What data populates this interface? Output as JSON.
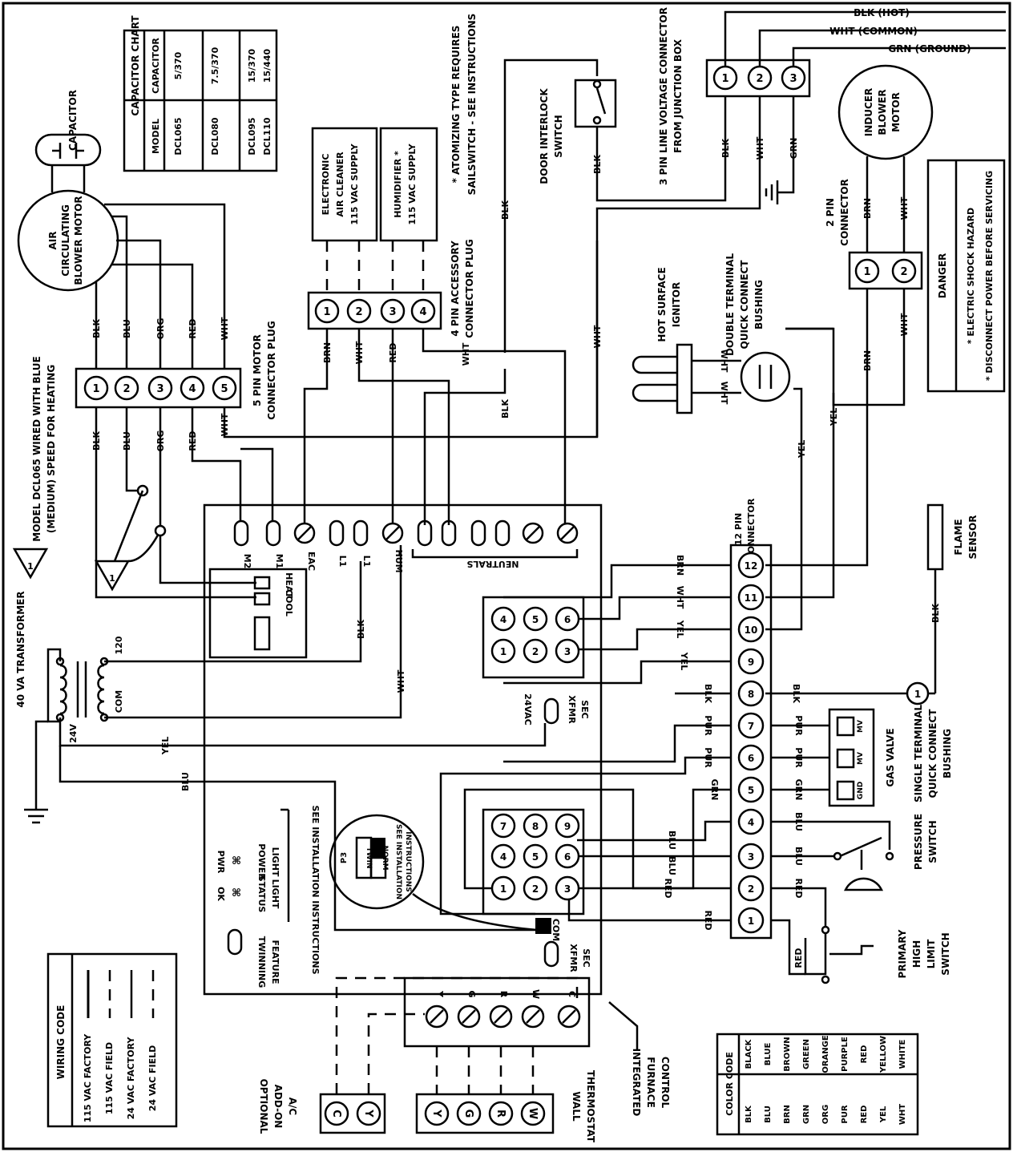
{
  "capacitor_chart": {
    "title": "CAPACITOR CHART",
    "headers": [
      "MODEL",
      "CAPACITOR"
    ],
    "rows": [
      [
        "DCL065",
        "5/370"
      ],
      [
        "DCL080",
        "7.5/370"
      ],
      [
        "DCL095",
        "15/370"
      ],
      [
        "DCL110",
        "15/440"
      ]
    ]
  },
  "labels": {
    "capacitor": "CAPACITOR",
    "blower_motor": [
      "AIR",
      "CIRCULATING",
      "BLOWER MOTOR"
    ],
    "motor_plug": [
      "5 PIN MOTOR",
      "CONNECTOR PLUG"
    ],
    "model_note": [
      "MODEL DCL065 WIRED WITH BLUE",
      "(MEDIUM) SPEED FOR HEATING"
    ],
    "air_cleaner": [
      "ELECTRONIC",
      "AIR CLEANER",
      "115 VAC SUPPLY"
    ],
    "humidifier": [
      "HUMIDIFIER *",
      "115 VAC SUPPLY"
    ],
    "accessory_plug": [
      "4 PIN ACCESSORY",
      "CONNECTOR PLUG"
    ],
    "atomizing_note": [
      "* ATOMIZING TYPE REQUIRES",
      "SAILSWITCH - SEE INSTRUCTIONS"
    ],
    "door_switch": [
      "DOOR INTERLOCK",
      "SWITCH"
    ],
    "line_connector": [
      "3 PIN LINE VOLTAGE CONNECTOR",
      "FROM JUNCTION BOX"
    ],
    "inducer": [
      "INDUCER",
      "BLOWER",
      "MOTOR"
    ],
    "two_pin": [
      "2 PIN",
      "CONNECTOR"
    ],
    "danger": [
      "DANGER",
      "* ELECTRIC SHOCK HAZARD",
      "* DISCONNECT POWER BEFORE SERVICING"
    ],
    "ignitor": [
      "HOT SURFACE",
      "IGNITOR"
    ],
    "bushing_double": [
      "DOUBLE TERMINAL",
      "QUICK CONNECT",
      "BUSHING"
    ],
    "twelve_pin": [
      "12 PIN",
      "CONNECTOR"
    ],
    "flame_sensor": [
      "FLAME",
      "SENSOR"
    ],
    "gas_valve": "GAS VALVE",
    "bushing_single": [
      "SINGLE TERMINAL",
      "QUICK CONNECT",
      "BUSHING"
    ],
    "pressure_switch": [
      "PRESSURE",
      "SWITCH"
    ],
    "limit_switch": [
      "PRIMARY",
      "HIGH",
      "LIMIT",
      "SWITCH"
    ],
    "transformer": "40 VA TRANSFORMER",
    "board_terms": [
      "M2",
      "M1",
      "EAC",
      "L1",
      "L1",
      "HUM",
      "NEUTRALS"
    ],
    "heat": "HEAT",
    "cool": "COOL",
    "xfmr_sec_top": [
      "24VAC",
      "XFMR",
      "SEC"
    ],
    "xfmr_sec_bot": [
      "COM",
      "XFMR",
      "SEC"
    ],
    "leds": [
      {
        "short": "OK",
        "desc": [
          "STATUS",
          "LIGHT"
        ]
      },
      {
        "short": "PWR",
        "desc": [
          "POWER",
          "LIGHT"
        ]
      }
    ],
    "twinning": [
      "TWINNING",
      "FEATURE"
    ],
    "see_install": "SEE INSTALLATION INSTRUCTIONS",
    "p3": "P3",
    "p3_normal": "NORM",
    "p3_twin": "TWIN",
    "p3_see": [
      "SEE INSTALLATION",
      "INSTRUCTIONS"
    ],
    "thermostat": [
      "WALL",
      "THERMOSTAT"
    ],
    "addon": [
      "OPTIONAL",
      "ADD-ON",
      "A/C"
    ],
    "ifc": [
      "INTEGRATED",
      "FURNACE",
      "CONTROL"
    ],
    "tstat_terms": [
      "Y",
      "G",
      "R",
      "W",
      "C"
    ],
    "tstat_letters": [
      "Y",
      "G",
      "R",
      "W"
    ],
    "addon_letters": [
      "C",
      "Y"
    ],
    "v120": "120",
    "com": "COM",
    "v24": "24V"
  },
  "line_wires": [
    "BLK (HOT)",
    "WHT (COMMON)",
    "GRN (GROUND)"
  ],
  "wire_tags": {
    "blk": "BLK",
    "blu": "BLU",
    "org": "ORG",
    "red": "RED",
    "wht": "WHT",
    "brn": "BRN",
    "grn": "GRN",
    "yel": "YEL",
    "pur": "PUR"
  },
  "wiring_code": {
    "title": "WIRING CODE",
    "rows": [
      "115 VAC FACTORY",
      "115 VAC FIELD",
      "24 VAC FACTORY",
      "24 VAC FIELD"
    ]
  },
  "color_code": {
    "title": "COLOR CODE",
    "rows": [
      [
        "BLK",
        "BLACK"
      ],
      [
        "BLU",
        "BLUE"
      ],
      [
        "BRN",
        "BROWN"
      ],
      [
        "GRN",
        "GREEN"
      ],
      [
        "ORG",
        "ORANGE"
      ],
      [
        "PUR",
        "PURPLE"
      ],
      [
        "RED",
        "RED"
      ],
      [
        "YEL",
        "YELLOW"
      ],
      [
        "WHT",
        "WHITE"
      ]
    ]
  }
}
